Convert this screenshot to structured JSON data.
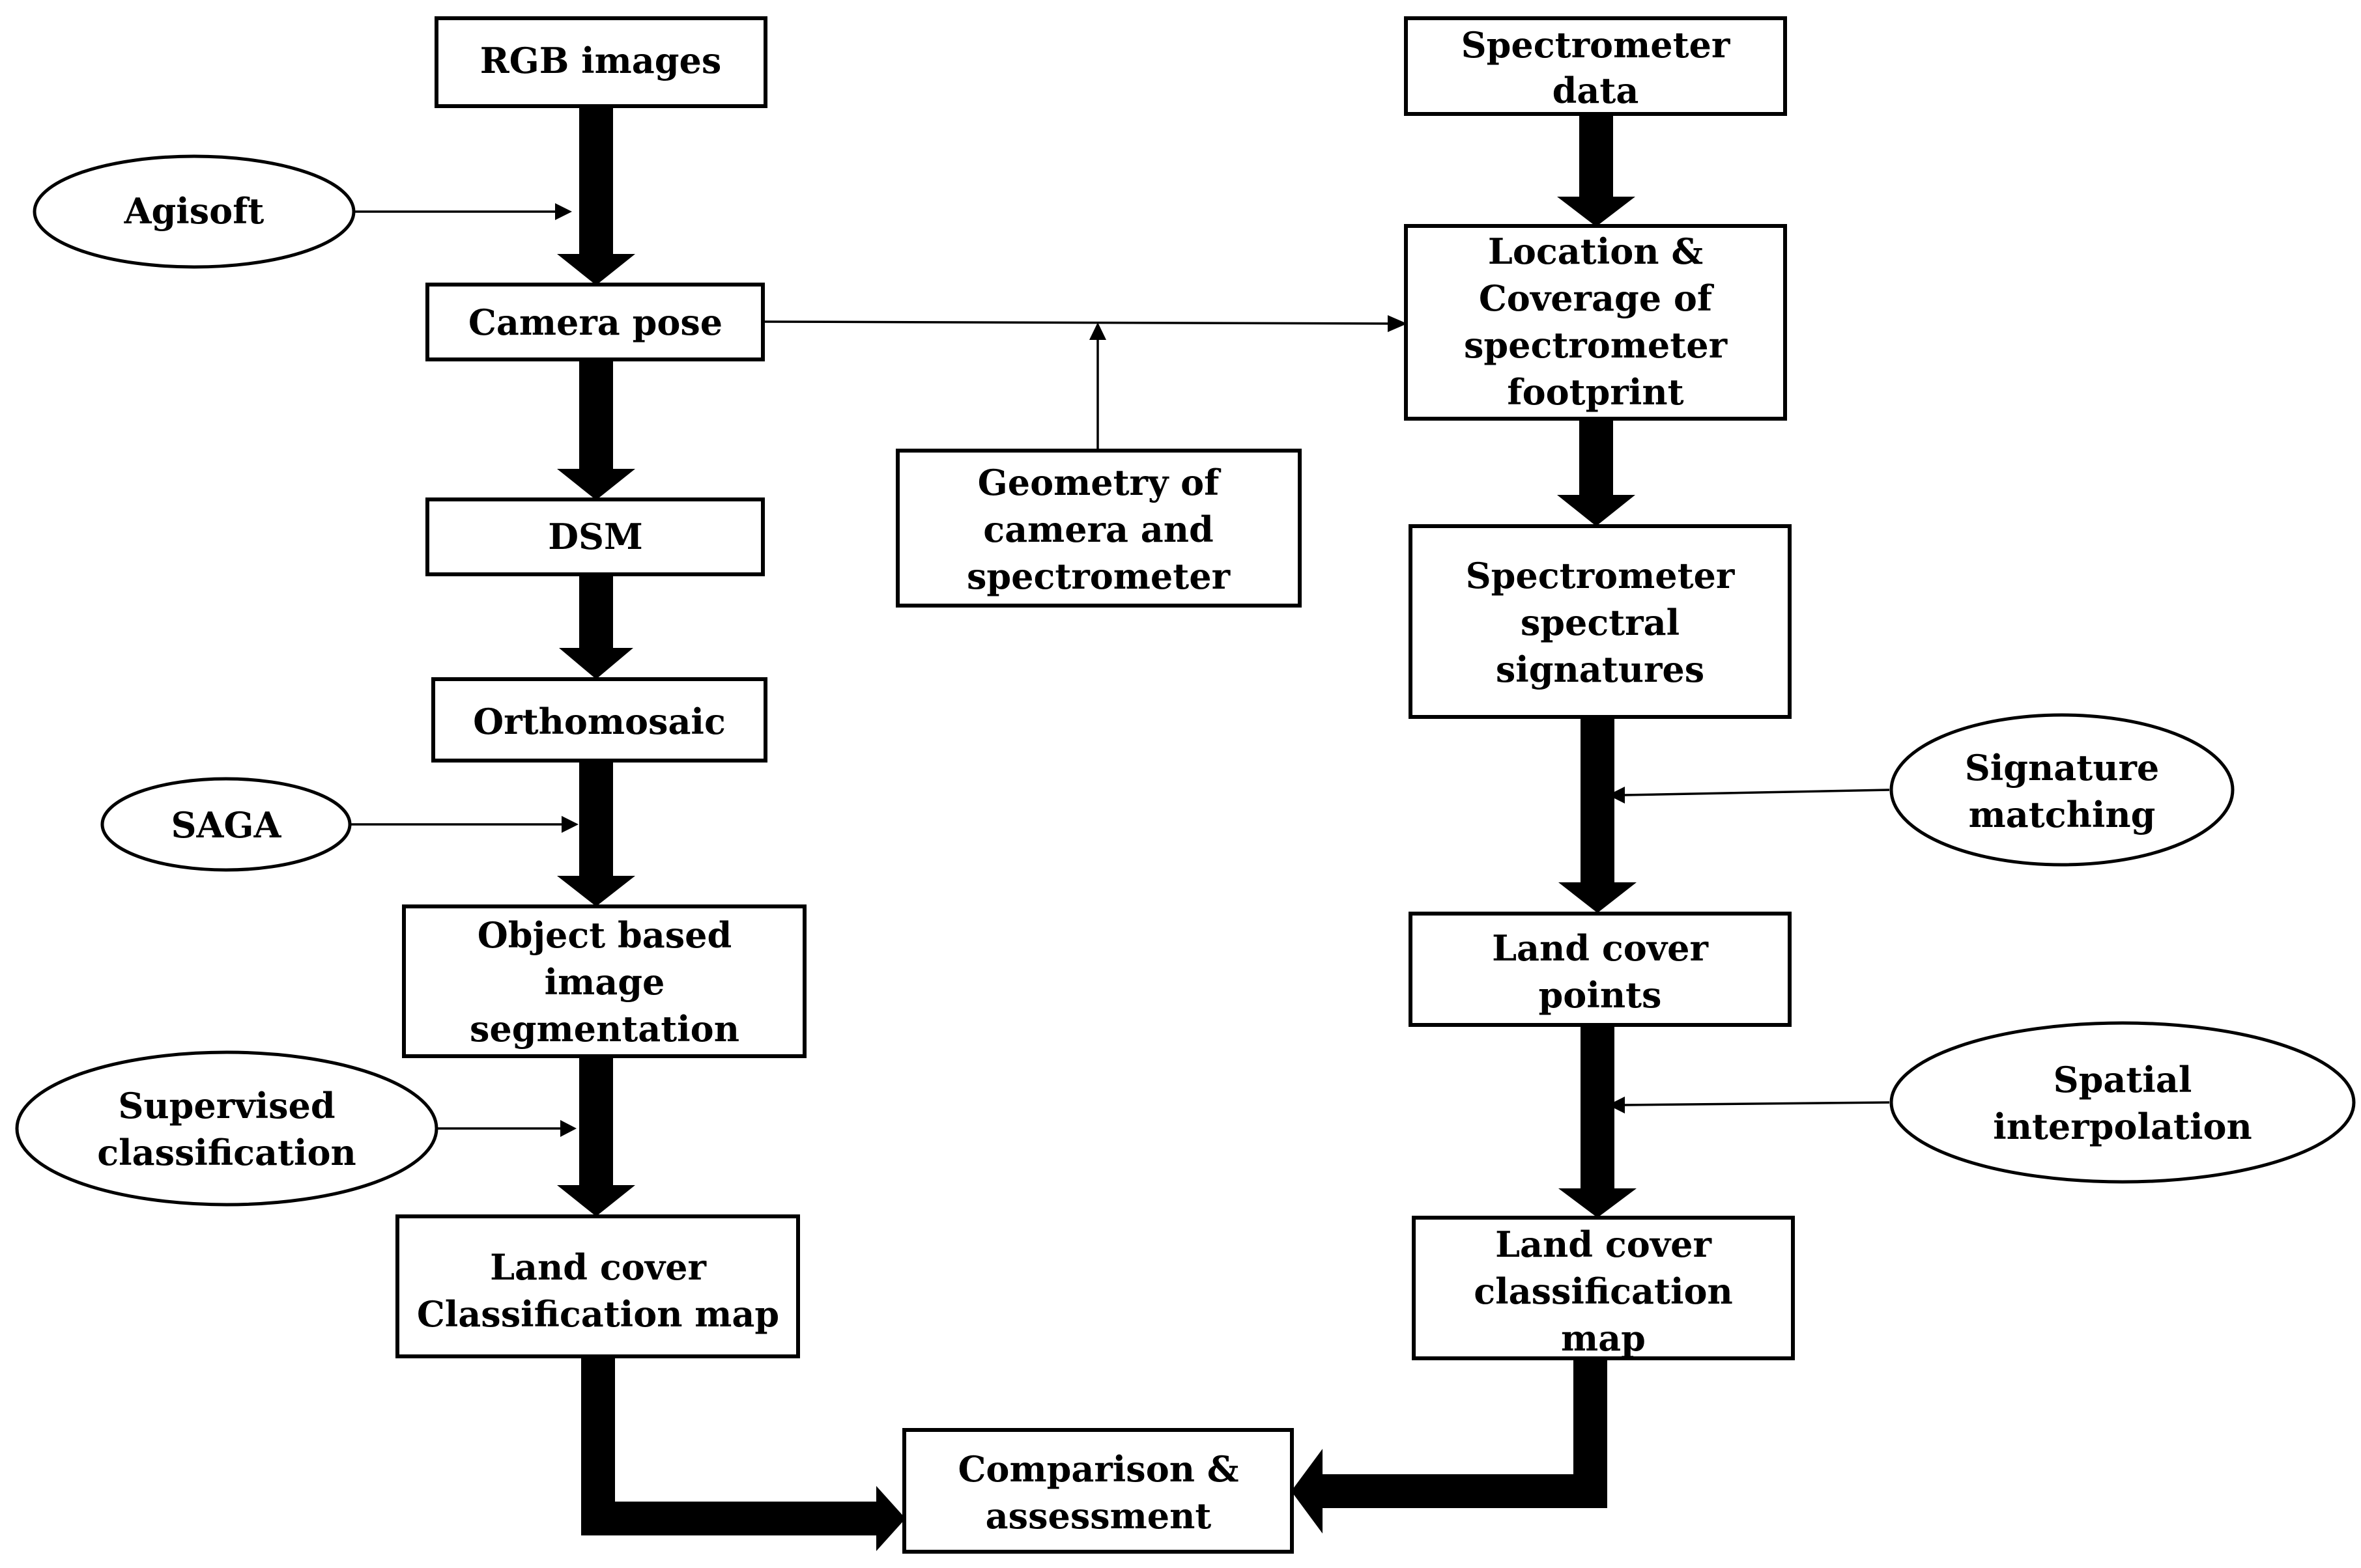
{
  "nodes": {
    "rgb_images": [
      "RGB images"
    ],
    "camera_pose": [
      "Camera pose"
    ],
    "dsm": [
      "DSM"
    ],
    "orthomosaic": [
      "Orthomosaic"
    ],
    "object_seg": [
      "Object based",
      "image",
      "segmentation"
    ],
    "lc_map_left": [
      "Land cover",
      "Classification map"
    ],
    "comparison": [
      "Comparison &",
      "assessment"
    ],
    "geometry": [
      "Geometry of",
      "camera and",
      "spectrometer"
    ],
    "spec_data": [
      "Spectrometer",
      "data"
    ],
    "location": [
      "Location &",
      "Coverage of",
      "spectrometer",
      "footprint"
    ],
    "spec_sig": [
      "Spectrometer",
      "spectral",
      "signatures"
    ],
    "lc_points": [
      "Land cover",
      "points"
    ],
    "lc_map_right": [
      "Land cover",
      "classification",
      "map"
    ]
  },
  "ellipses": {
    "agisoft": [
      "Agisoft"
    ],
    "saga": [
      "SAGA"
    ],
    "supervised": [
      "Supervised",
      "classification"
    ],
    "signature": [
      "Signature",
      "matching"
    ],
    "spatial": [
      "Spatial",
      "interpolation"
    ]
  }
}
